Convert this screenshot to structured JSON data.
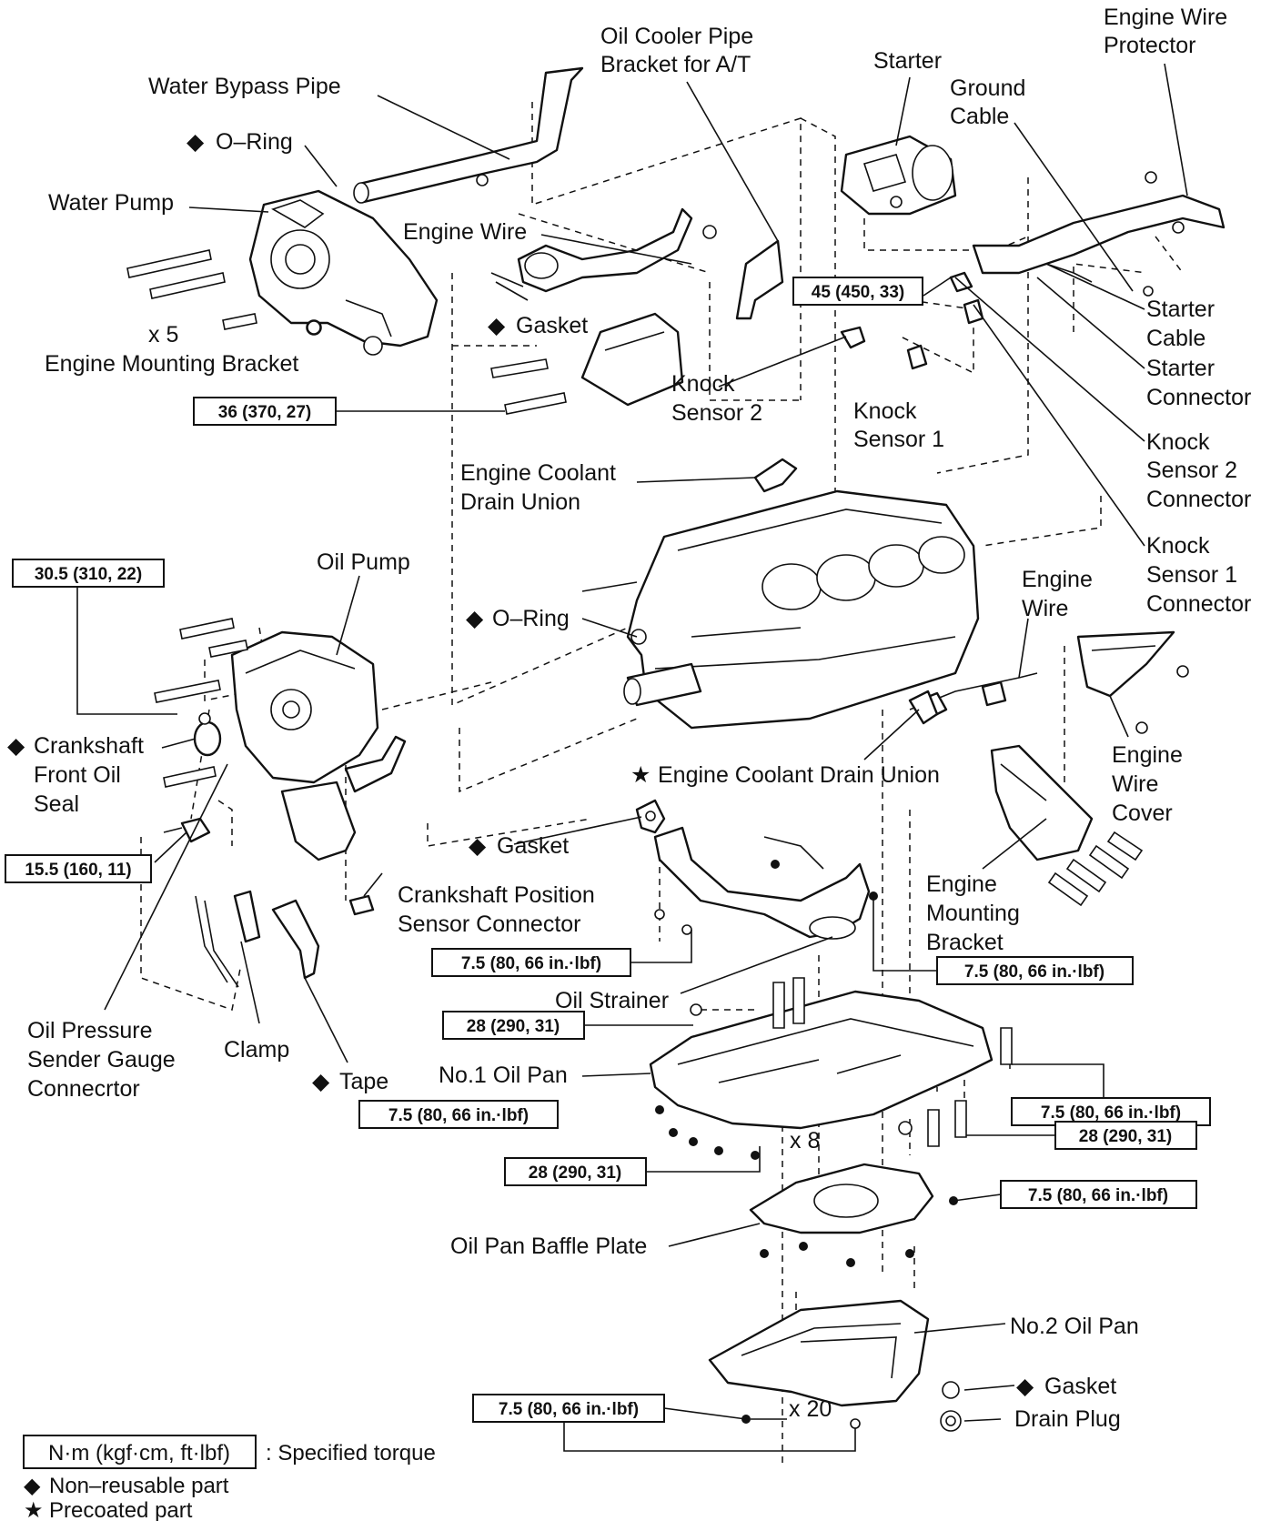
{
  "labels": {
    "water_bypass_pipe": "Water Bypass Pipe",
    "oring_1": "O–Ring",
    "water_pump": "Water Pump",
    "x5": "x 5",
    "engine_mounting_bracket_1": "Engine Mounting Bracket",
    "oil_cooler_pipe_1": "Oil Cooler Pipe",
    "oil_cooler_pipe_2": "Bracket for A/T",
    "engine_wire_1": "Engine Wire",
    "gasket_1": "Gasket",
    "starter": "Starter",
    "ground_cable_1": "Ground",
    "ground_cable_2": "Cable",
    "engine_wire_protector_1": "Engine Wire",
    "engine_wire_protector_2": "Protector",
    "starter_cable_1": "Starter",
    "starter_cable_2": "Cable",
    "starter_connector_1": "Starter",
    "starter_connector_2": "Connector",
    "knock_sensor2_1": "Knock",
    "knock_sensor2_2": "Sensor 2",
    "knock_sensor1_1": "Knock",
    "knock_sensor1_2": "Sensor 1",
    "ks2_connector_1": "Knock",
    "ks2_connector_2": "Sensor 2",
    "ks2_connector_3": "Connector",
    "ks1_connector_1": "Knock",
    "ks1_connector_2": "Sensor 1",
    "ks1_connector_3": "Connector",
    "coolant_drain_union_1": "Engine Coolant",
    "coolant_drain_union_2": "Drain Union",
    "oil_pump": "Oil Pump",
    "oring_2": "O–Ring",
    "engine_wire_2a": "Engine",
    "engine_wire_2b": "Wire",
    "crank_seal_1": "Crankshaft",
    "crank_seal_2": "Front Oil",
    "crank_seal_3": "Seal",
    "coolant_drain_union_star": "Engine Coolant Drain Union",
    "engine_wire_cover_1": "Engine",
    "engine_wire_cover_2": "Wire",
    "engine_wire_cover_3": "Cover",
    "gasket_2": "Gasket",
    "cps_connector_1": "Crankshaft Position",
    "cps_connector_2": "Sensor Connector",
    "engine_mounting_bracket_2a": "Engine",
    "engine_mounting_bracket_2b": "Mounting",
    "engine_mounting_bracket_2c": "Bracket",
    "oil_strainer": "Oil Strainer",
    "oil_pressure_1": "Oil Pressure",
    "oil_pressure_2": "Sender Gauge",
    "oil_pressure_3": "Connecrtor",
    "clamp": "Clamp",
    "tape": "Tape",
    "no1_oil_pan": "No.1 Oil Pan",
    "x8": "x 8",
    "oil_pan_baffle": "Oil Pan Baffle Plate",
    "no2_oil_pan": "No.2 Oil Pan",
    "gasket_3": "Gasket",
    "drain_plug": "Drain Plug",
    "x20": "x 20"
  },
  "torques": {
    "t_45": "45 (450, 33)",
    "t_36": "36 (370, 27)",
    "t_30_5": "30.5 (310, 22)",
    "t_15_5": "15.5 (160, 11)",
    "t_7_5_strainer_left": "7.5 (80, 66 in.·lbf)",
    "t_7_5_strainer_right": "7.5 (80, 66 in.·lbf)",
    "t_28_pan_upper": "28 (290, 31)",
    "t_7_5_pan_left": "7.5 (80, 66 in.·lbf)",
    "t_7_5_pan_right": "7.5 (80, 66 in.·lbf)",
    "t_28_pan_right": "28 (290, 31)",
    "t_28_pan_lower": "28 (290, 31)",
    "t_7_5_baffle": "7.5 (80, 66 in.·lbf)",
    "t_7_5_no2_pan": "7.5 (80, 66 in.·lbf)"
  },
  "legend": {
    "torque_units": "N·m (kgf·cm, ft·lbf)",
    "torque_desc": ": Specified torque",
    "non_reusable": "Non–reusable part",
    "precoated": "Precoated part"
  },
  "symbols": {
    "diamond": "◆",
    "star": "★"
  }
}
